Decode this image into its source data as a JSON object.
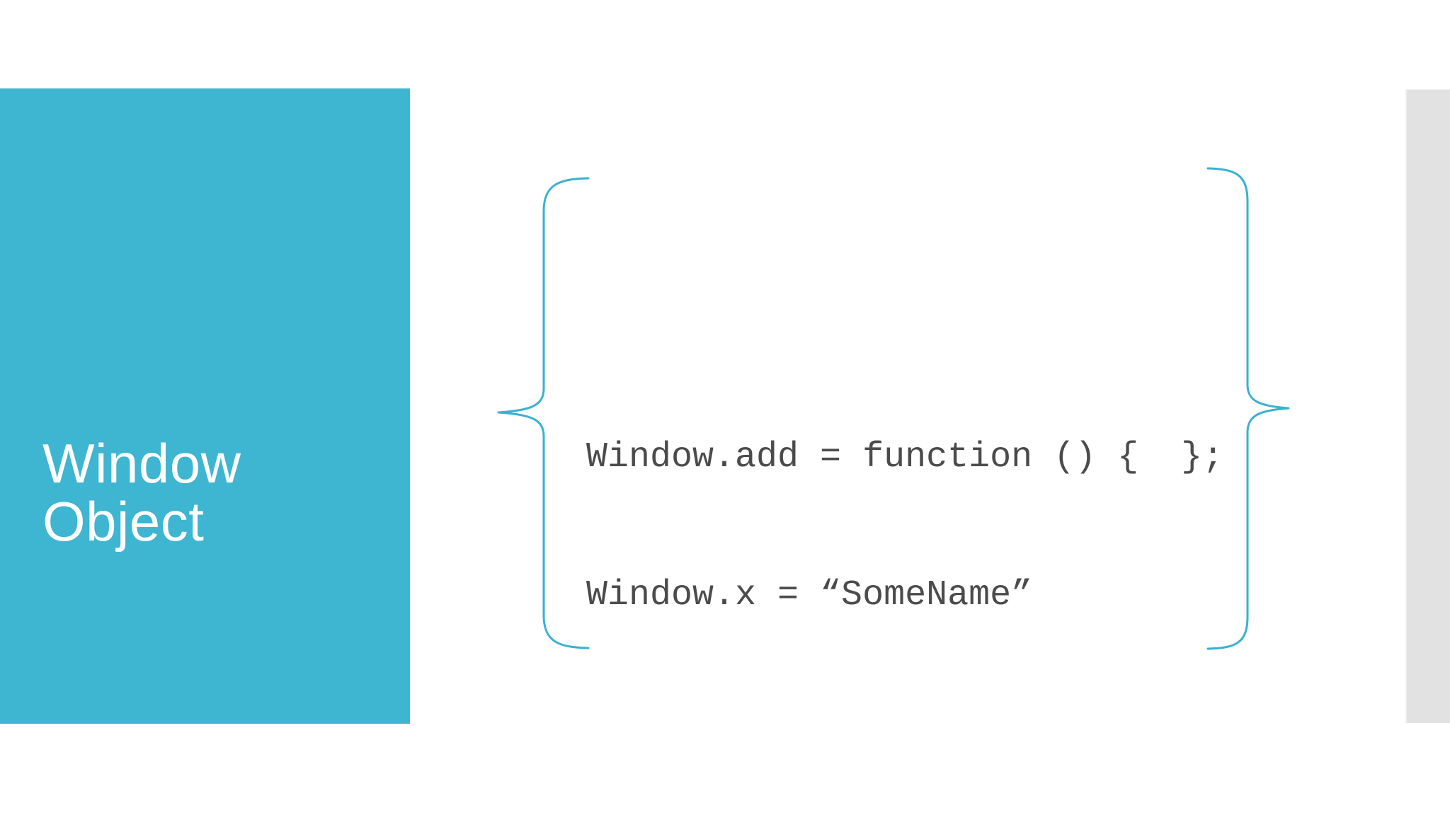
{
  "slide": {
    "title": "Window\nObject",
    "code": {
      "lines": [
        "Window.add = function () {  };",
        "Window.x = “SomeName”"
      ]
    },
    "icons": {
      "left_brace": "left-curly-brace",
      "right_brace": "right-curly-brace"
    },
    "colors": {
      "background": "#ffffff",
      "accent": "#3eb5d1",
      "brace": "#39b2cf",
      "title_text": "#ffffff",
      "code_text": "#4b4b4b",
      "side_bar": "#e2e2e2"
    }
  }
}
